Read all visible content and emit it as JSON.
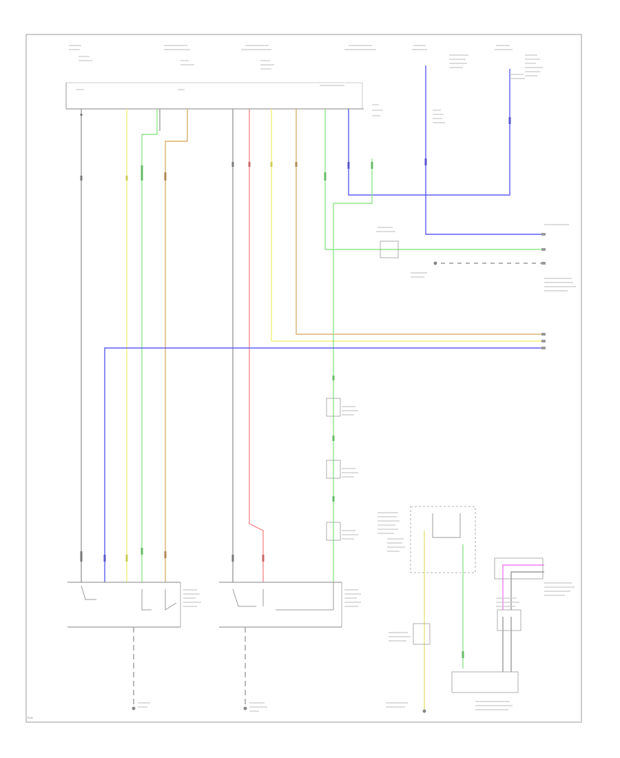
{
  "colors": {
    "background": "#ffffff",
    "frame": "#9a9a9a",
    "wire_black": "#9a9a9a",
    "wire_yellow": "#f2f07a",
    "wire_green": "#8ee58a",
    "wire_blue": "#5b5bf2",
    "wire_red": "#f58a8a",
    "wire_orange": "#d8b070",
    "wire_pink": "#f07ef0",
    "wire_lightgreen": "#a8f0a0"
  },
  "wire_color_names": [
    "black",
    "yellow",
    "green",
    "blue",
    "red",
    "orange",
    "pink"
  ],
  "page_number": "P.1/1"
}
